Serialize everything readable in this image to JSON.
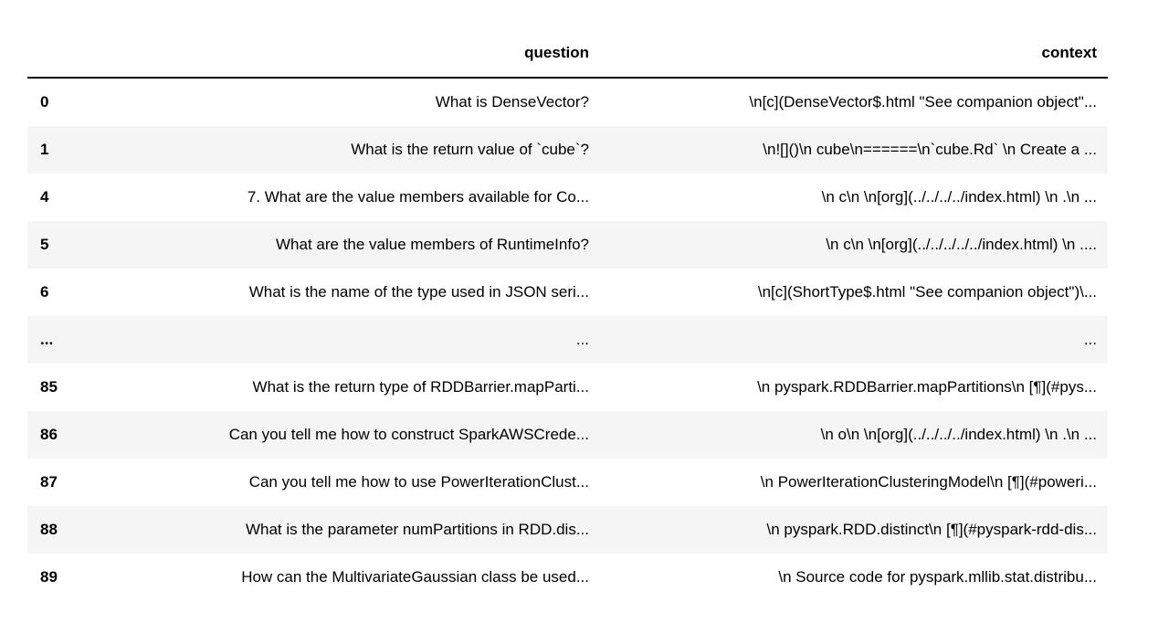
{
  "table": {
    "columns": [
      "question",
      "context"
    ],
    "rows": [
      {
        "index": "0",
        "question": "What is DenseVector?",
        "context": "\\n[c](DenseVector$.html \"See companion object\"..."
      },
      {
        "index": "1",
        "question": "What is the return value of `cube`?",
        "context": "\\n![]()\\n cube\\n======\\n`cube.Rd` \\n Create a ..."
      },
      {
        "index": "4",
        "question": "7. What are the value members available for Co...",
        "context": "\\n c\\n \\n[org](../../../../index.html) \\n .\\n ..."
      },
      {
        "index": "5",
        "question": "What are the value members of RuntimeInfo?",
        "context": "\\n c\\n \\n[org](../../../../../index.html) \\n ...."
      },
      {
        "index": "6",
        "question": "What is the name of the type used in JSON seri...",
        "context": "\\n[c](ShortType$.html \"See companion object\")\\..."
      },
      {
        "index": "...",
        "question": "...",
        "context": "..."
      },
      {
        "index": "85",
        "question": "What is the return type of RDDBarrier.mapParti...",
        "context": "\\n pyspark.RDDBarrier.mapPartitions\\n [¶](#pys..."
      },
      {
        "index": "86",
        "question": "Can you tell me how to construct SparkAWSCrede...",
        "context": "\\n o\\n \\n[org](../../../../index.html) \\n .\\n ..."
      },
      {
        "index": "87",
        "question": "Can you tell me how to use PowerIterationClust...",
        "context": "\\n PowerIterationClusteringModel\\n [¶](#poweri..."
      },
      {
        "index": "88",
        "question": "What is the parameter numPartitions in RDD.dis...",
        "context": "\\n pyspark.RDD.distinct\\n [¶](#pyspark-rdd-dis..."
      },
      {
        "index": "89",
        "question": "How can the MultivariateGaussian class be used...",
        "context": "\\n Source code for pyspark.mllib.stat.distribu..."
      }
    ]
  }
}
